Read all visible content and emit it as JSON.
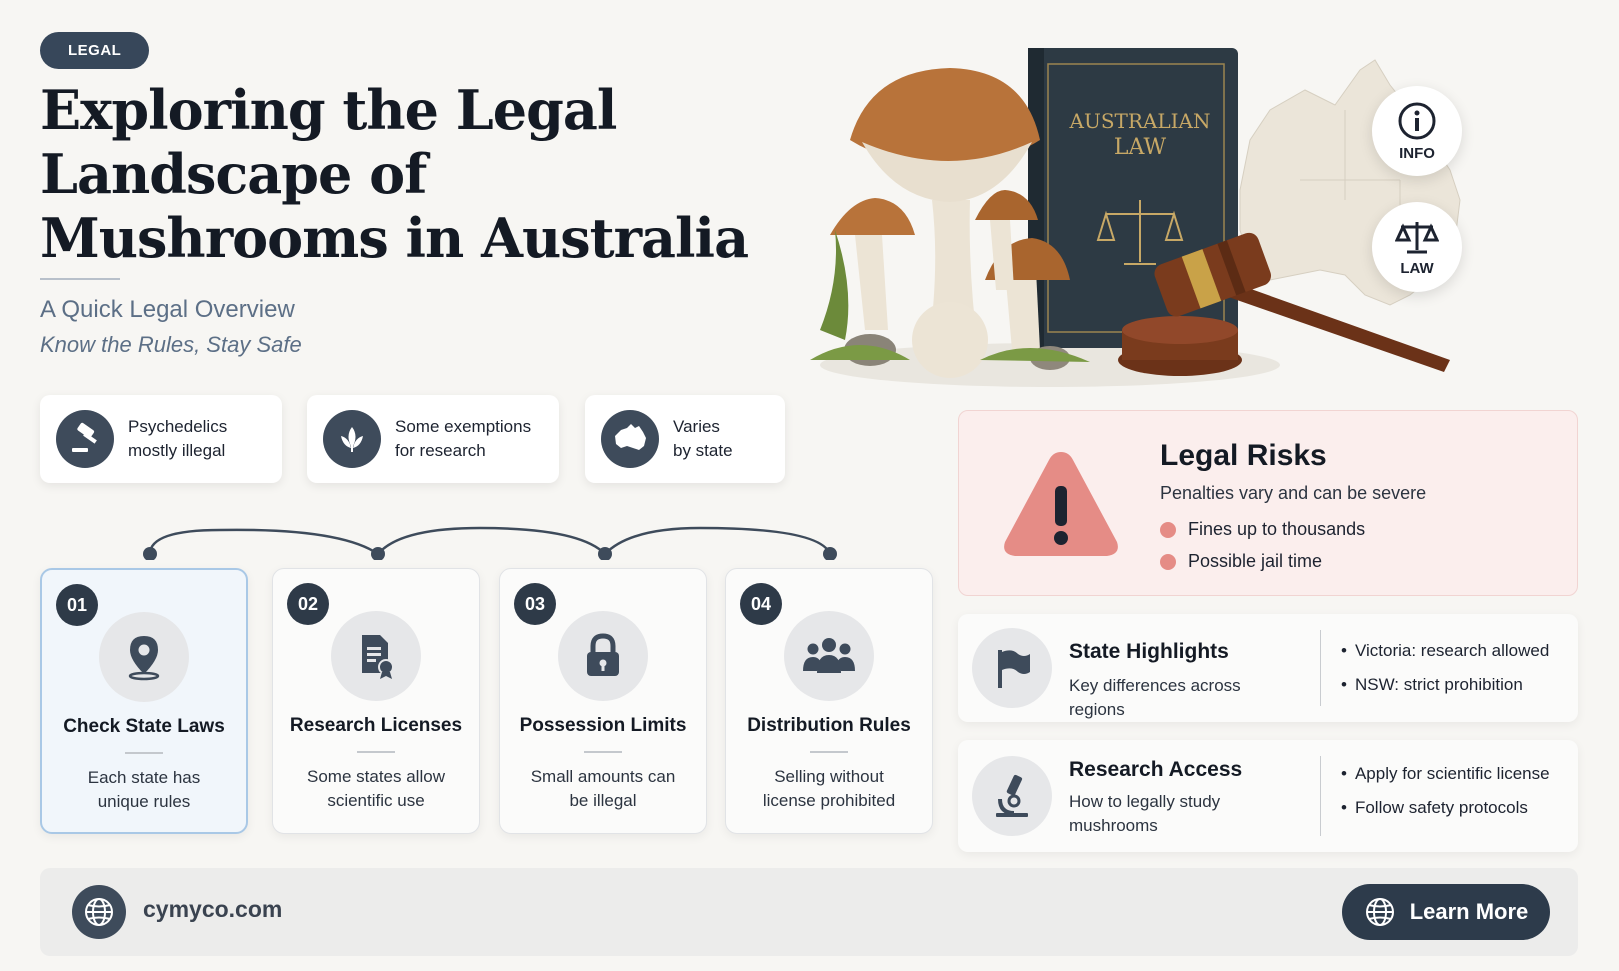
{
  "header": {
    "tag": "LEGAL",
    "title": "Exploring the Legal Landscape of Mushrooms in Australia",
    "subtitle": "A Quick Legal Overview",
    "tagline": "Know the Rules, Stay Safe"
  },
  "hero": {
    "book_line1": "AUSTRALIAN",
    "book_line2": "LAW",
    "buttons": [
      {
        "label": "INFO",
        "icon": "info-icon"
      },
      {
        "label": "LAW",
        "icon": "scales-icon"
      }
    ]
  },
  "pills": [
    {
      "icon": "gavel-icon",
      "line1": "Psychedelics",
      "line2": "mostly illegal"
    },
    {
      "icon": "leaf-icon",
      "line1": "Some exemptions",
      "line2": "for research"
    },
    {
      "icon": "australia-map-icon",
      "line1": "Varies",
      "line2": "by state"
    }
  ],
  "steps": [
    {
      "num": "01",
      "title": "Check State Laws",
      "desc": "Each state has unique rules",
      "icon": "location-pin-icon"
    },
    {
      "num": "02",
      "title": "Research Licenses",
      "desc": "Some states allow scientific use",
      "icon": "document-certificate-icon"
    },
    {
      "num": "03",
      "title": "Possession Limits",
      "desc": "Small amounts can be illegal",
      "icon": "lock-icon"
    },
    {
      "num": "04",
      "title": "Distribution Rules",
      "desc": "Selling without license prohibited",
      "icon": "people-icon"
    }
  ],
  "risk": {
    "title": "Legal Risks",
    "subtitle": "Penalties vary and can be severe",
    "items": [
      "Fines up to thousands",
      "Possible jail time"
    ],
    "accent": "#e58c86"
  },
  "state_highlights": {
    "title": "State Highlights",
    "desc": "Key differences across regions",
    "bullets": [
      "Victoria: research allowed",
      "NSW: strict prohibition"
    ],
    "icon": "flag-icon"
  },
  "research_access": {
    "title": "Research Access",
    "desc": "How to legally study mushrooms",
    "bullets": [
      "Apply for scientific license",
      "Follow safety protocols"
    ],
    "icon": "microscope-icon"
  },
  "footer": {
    "site": "cymyco.com",
    "cta": "Learn More",
    "icon": "globe-icon"
  },
  "colors": {
    "navy": "#2d3b4b",
    "risk_bg": "#fbeeed",
    "warning": "#e58c86"
  }
}
